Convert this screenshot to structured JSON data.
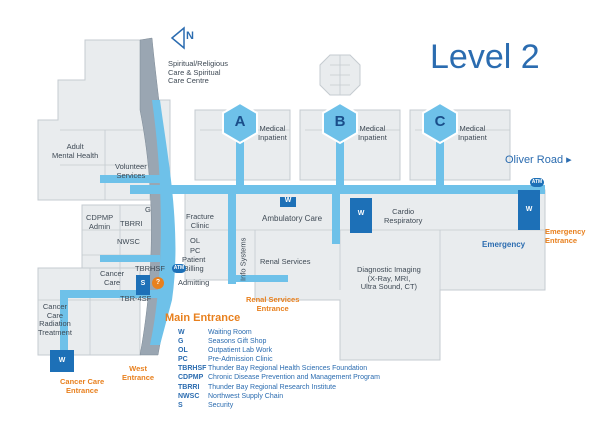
{
  "map": {
    "title": "Level 2",
    "compass_label": "N",
    "road_label": "Oliver Road",
    "road_arrow": "▸",
    "atm_label": "ATM",
    "w_label": "W",
    "s_label": "S",
    "question_label": "?",
    "pods": [
      "A",
      "B",
      "C"
    ],
    "areas": {
      "spiritual": "Spiritual/Religious\nCare & Spiritual\nCare Centre",
      "adult_mh": "Adult\nMental Health",
      "volunteer": "Volunteer\nServices",
      "medical_a": "Medical\nInpatient",
      "medical_b": "Medical\nInpatient",
      "medical_c": "Medical\nInpatient",
      "cdpmp": "CDPMP\nAdmin",
      "tbrri": "TBRRI",
      "nwsc": "NWSC",
      "tbrhsf": "TBRHSF",
      "g": "G",
      "fracture": "Fracture\nClinic",
      "ol": "OL",
      "pc": "PC",
      "patient_billing": "Patient\nBilling",
      "admitting": "Admitting",
      "info_systems": "Info Systems",
      "ambulatory": "Ambulatory Care",
      "renal": "Renal Services",
      "cardio": "Cardio\nRespiratory",
      "diagnostic": "Diagnostic Imaging\n(X-Ray, MRI,\nUltra Sound, CT)",
      "emergency": "Emergency",
      "cancer_care": "Cancer\nCare",
      "cancer_radiation": "Cancer\nCare\nRadiation\nTreatment",
      "tbr_4sf": "TBR-4SF"
    },
    "entrances": {
      "main": "Main Entrance",
      "west": "West\nEntrance",
      "cancer": "Cancer Care\nEntrance",
      "renal": "Renal Services\nEntrance",
      "emergency": "Emergency\nEntrance"
    },
    "legend": [
      {
        "code": "W",
        "desc": "Waiting Room"
      },
      {
        "code": "G",
        "desc": "Seasons Gift Shop"
      },
      {
        "code": "OL",
        "desc": "Outpatient Lab Work"
      },
      {
        "code": "PC",
        "desc": "Pre-Admission Clinic"
      },
      {
        "code": "TBRHSF",
        "desc": "Thunder Bay Regional Health Sciences Foundation"
      },
      {
        "code": "CDPMP",
        "desc": "Chronic Disease Prevention and Management Program"
      },
      {
        "code": "TBRRI",
        "desc": "Thunder Bay Regional Research Institute"
      },
      {
        "code": "NWSC",
        "desc": "Northwest Supply Chain"
      },
      {
        "code": "S",
        "desc": "Security"
      }
    ],
    "colors": {
      "building": "#e9ecee",
      "building_line": "#c5cbd0",
      "corridor": "#6ec1e9",
      "corridor_dark": "#1d70b7",
      "curve": "#9aa6b2",
      "accent_orange": "#e8801e",
      "title_blue": "#2b6cb0"
    }
  }
}
